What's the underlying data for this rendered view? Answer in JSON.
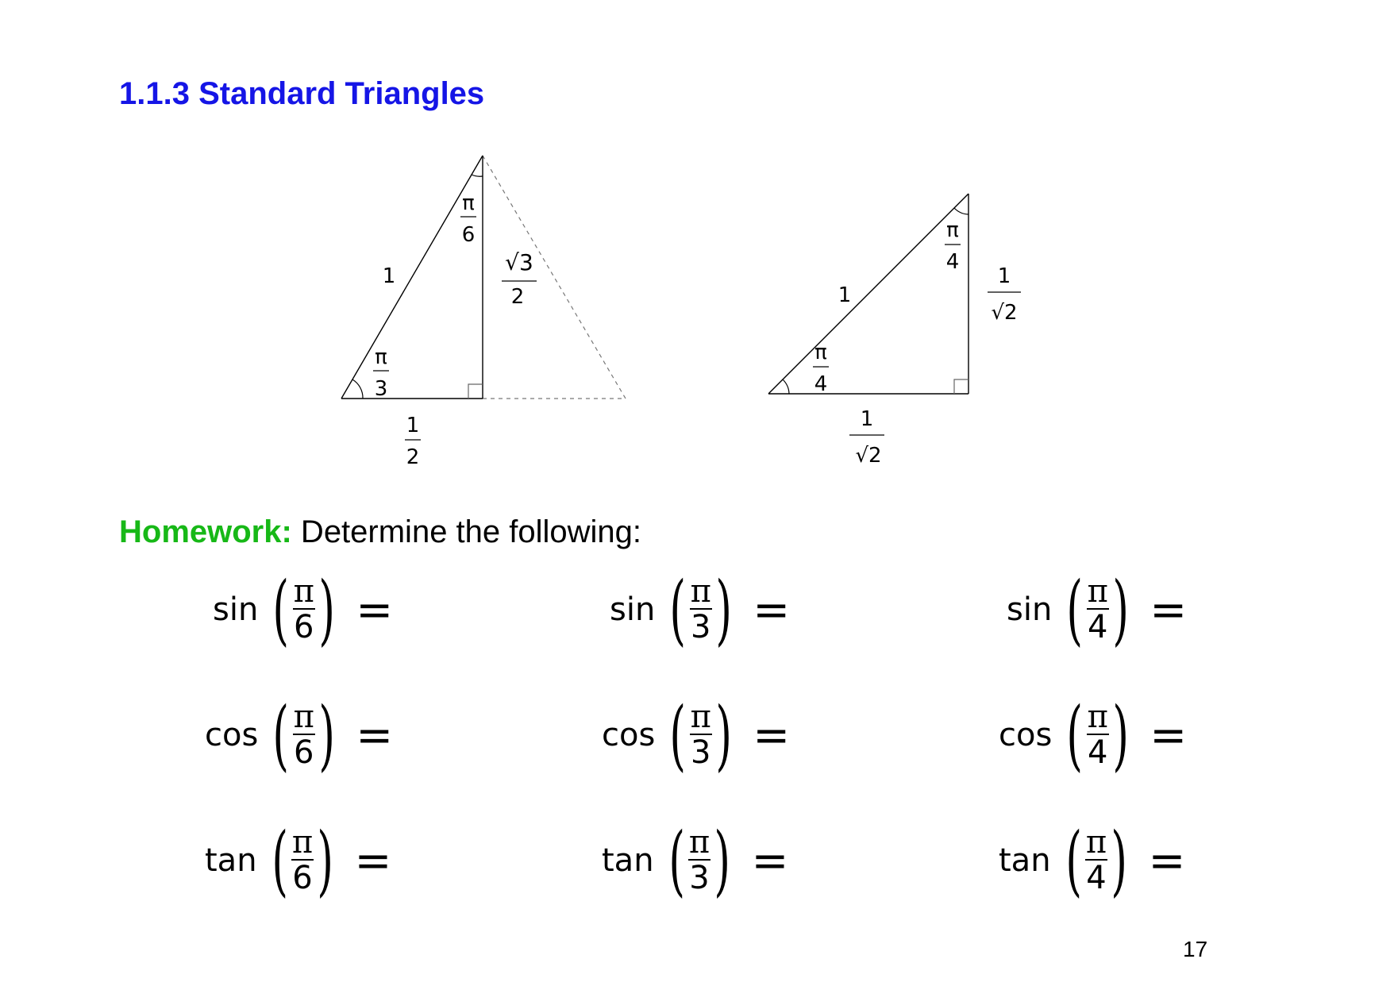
{
  "heading": "1.1.3 Standard Triangles",
  "triangle_30_60": {
    "hypotenuse": "1",
    "top_angle": {
      "num": "π",
      "den": "6"
    },
    "bottom_angle": {
      "num": "π",
      "den": "3"
    },
    "vertical_side": {
      "num": "√3",
      "den": "2"
    },
    "base": {
      "num": "1",
      "den": "2"
    }
  },
  "triangle_45": {
    "hypotenuse": "1",
    "top_angle": {
      "num": "π",
      "den": "4"
    },
    "bottom_angle": {
      "num": "π",
      "den": "4"
    },
    "vertical_side": {
      "num": "1",
      "den": "√2"
    },
    "base": {
      "num": "1",
      "den": "√2"
    }
  },
  "homework": {
    "label": "Homework:",
    "text": " Determine the following:"
  },
  "problems": [
    {
      "fn": "sin",
      "num": "π",
      "den": "6",
      "eq": "="
    },
    {
      "fn": "sin",
      "num": "π",
      "den": "3",
      "eq": "="
    },
    {
      "fn": "sin",
      "num": "π",
      "den": "4",
      "eq": "="
    },
    {
      "fn": "cos",
      "num": "π",
      "den": "6",
      "eq": "="
    },
    {
      "fn": "cos",
      "num": "π",
      "den": "3",
      "eq": "="
    },
    {
      "fn": "cos",
      "num": "π",
      "den": "4",
      "eq": "="
    },
    {
      "fn": "tan",
      "num": "π",
      "den": "6",
      "eq": "="
    },
    {
      "fn": "tan",
      "num": "π",
      "den": "3",
      "eq": "="
    },
    {
      "fn": "tan",
      "num": "π",
      "den": "4",
      "eq": "="
    }
  ],
  "page_number": "17"
}
